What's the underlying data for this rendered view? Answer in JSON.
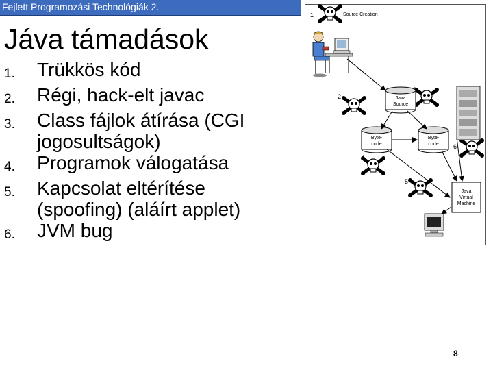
{
  "header": {
    "text": "Fejlett Programozási Technológiák 2."
  },
  "slide": {
    "title": "Jáva támadások",
    "items": [
      {
        "num": "1.",
        "lines": [
          "Trükkös kód"
        ]
      },
      {
        "num": "2.",
        "lines": [
          "Régi, hack-elt javac"
        ]
      },
      {
        "num": "3.",
        "lines": [
          "Class fájlok átírása (CGI",
          "jogosultságok)"
        ]
      },
      {
        "num": "4.",
        "lines": [
          "Programok válogatása"
        ]
      },
      {
        "num": "5.",
        "lines": [
          "Kapcsolat eltérítése",
          "(spoofing) (aláírt applet)"
        ]
      },
      {
        "num": "6.",
        "lines": [
          "JVM bug"
        ]
      }
    ],
    "page_number": "8"
  },
  "figure": {
    "caption": "Source Creation",
    "java_source": [
      "Java",
      "Source"
    ],
    "bytecode_left": [
      "Byte-",
      "code"
    ],
    "bytecode_right": [
      "Byte-",
      "code"
    ],
    "jvm": [
      "Java",
      "Virtual",
      "Machine"
    ],
    "step_numbers": [
      "1",
      "2",
      "3",
      "4",
      "5",
      "6"
    ]
  }
}
